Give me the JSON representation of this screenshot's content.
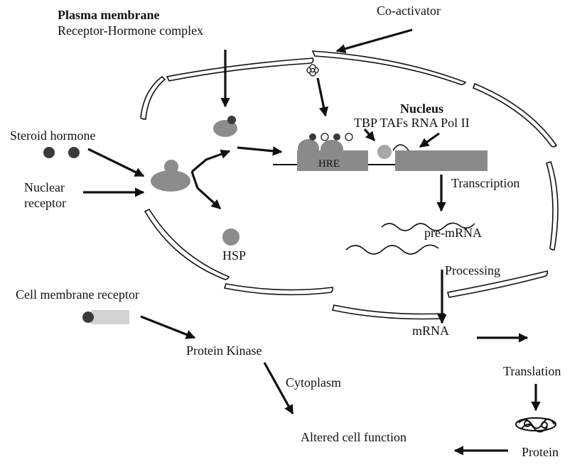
{
  "labels": {
    "plasma_membrane": "Plasma membrane",
    "receptor_hormone_complex": "Receptor-Hormone complex",
    "co_activator": "Co-activator",
    "nucleus": "Nucleus",
    "tbp_tafs_rnapol": "TBP TAFs RNA Pol II",
    "steroid_hormone": "Steroid hormone",
    "nuclear_receptor_line1": "Nuclear",
    "nuclear_receptor_line2": "receptor",
    "hre": "HRE",
    "transcription": "Transcription",
    "pre_mrna": "pre-mRNA",
    "hsp": "HSP",
    "processing": "Processing",
    "cell_membrane_receptor": "Cell membrane receptor",
    "mrna": "mRNA",
    "protein_kinase": "Protein Kinase",
    "translation": "Translation",
    "cytoplasm": "Cytoplasm",
    "altered_cell_function": "Altered cell function",
    "protein": "Protein"
  },
  "colors": {
    "line": "#111111",
    "molecule_dark": "#3a3a3a",
    "receptor_gray": "#8c8c8c",
    "dna_block": "#8a8a8a",
    "receptor_light": "#d2d2d2"
  }
}
